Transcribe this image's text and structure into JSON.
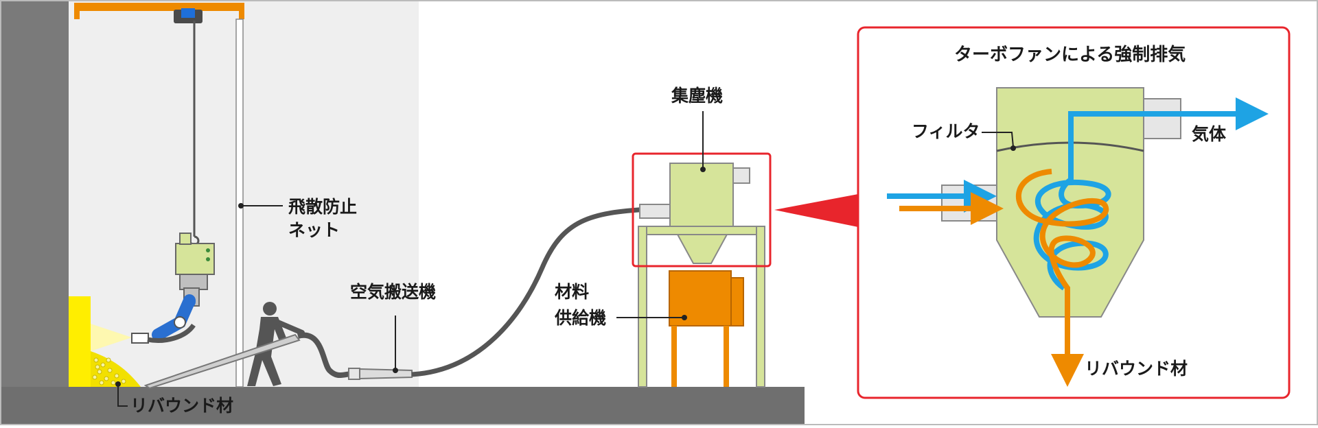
{
  "labels": {
    "net_line1": "飛散防止",
    "net_line2": "ネット",
    "air_conveyor": "空気搬送機",
    "rebound_left": "リバウンド材",
    "material_line1": "材料",
    "material_line2": "供給機",
    "dust_collector": "集塵機",
    "detail_title": "ターボファンによる強制排気",
    "filter": "フィルタ",
    "gas": "気体",
    "rebound_right": "リバウンド材"
  },
  "colors": {
    "red_frame": "#e8252c",
    "collector_green": "#d6e49a",
    "feeder_orange": "#ee8a00",
    "air_blue": "#1ea3e4",
    "material_orange": "#ee8a00",
    "wall_gray": "#7a7a7a",
    "hose_gray": "#555555",
    "crane_orange": "#ee8a00",
    "panel_yellow": "#ffee00"
  },
  "icons": {
    "robot": "shotcrete-robot-icon",
    "worker": "worker-silhouette-icon",
    "crane": "overhead-crane-icon"
  }
}
